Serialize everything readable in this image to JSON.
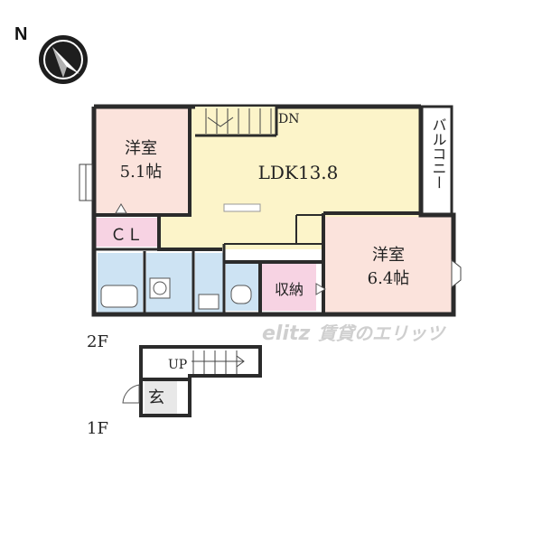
{
  "compass": {
    "letter": "N",
    "icon": "north-arrow-icon"
  },
  "floor2": {
    "label": "2F",
    "rooms": {
      "western_room_a": {
        "name": "洋室",
        "size": "5.1帖"
      },
      "ldk": {
        "name": "LDK13.8"
      },
      "balcony": {
        "name": "バルコニー"
      },
      "closet": {
        "name": "ＣＬ"
      },
      "western_room_b": {
        "name": "洋室",
        "size": "6.4帖"
      },
      "storage": {
        "name": "収納"
      }
    },
    "stairs_label": "DN"
  },
  "floor1": {
    "label": "1F",
    "stairs_label": "UP",
    "entrance": "玄"
  },
  "watermark": {
    "text": "賃貸のエリッツ"
  },
  "colors": {
    "wall": "#2b2b2b",
    "western_room": "#fbe3dc",
    "ldk": "#fcf4c9",
    "closet": "#f7d3e3",
    "wet_area": "#cde3f3"
  }
}
